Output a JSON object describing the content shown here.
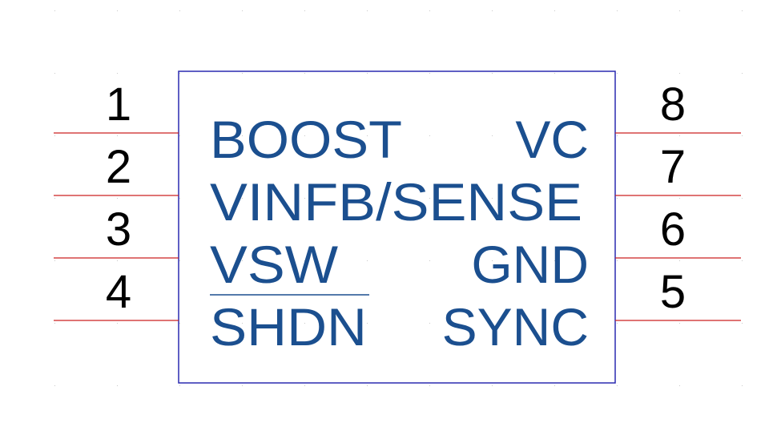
{
  "component": {
    "body_color": "#2a2ab0",
    "pin_line_color": "#cc2222",
    "label_color": "#1b4f8f",
    "left_pins": [
      {
        "number": "1",
        "name": "BOOST"
      },
      {
        "number": "2",
        "name": "VINFB/SENSE"
      },
      {
        "number": "3",
        "name": "VSW"
      },
      {
        "number": "4",
        "name": "SHDN",
        "overbar": true
      }
    ],
    "right_pins": [
      {
        "number": "8",
        "name": "VC"
      },
      {
        "number": "7",
        "name": ""
      },
      {
        "number": "6",
        "name": "GND"
      },
      {
        "number": "5",
        "name": "SYNC"
      }
    ]
  }
}
